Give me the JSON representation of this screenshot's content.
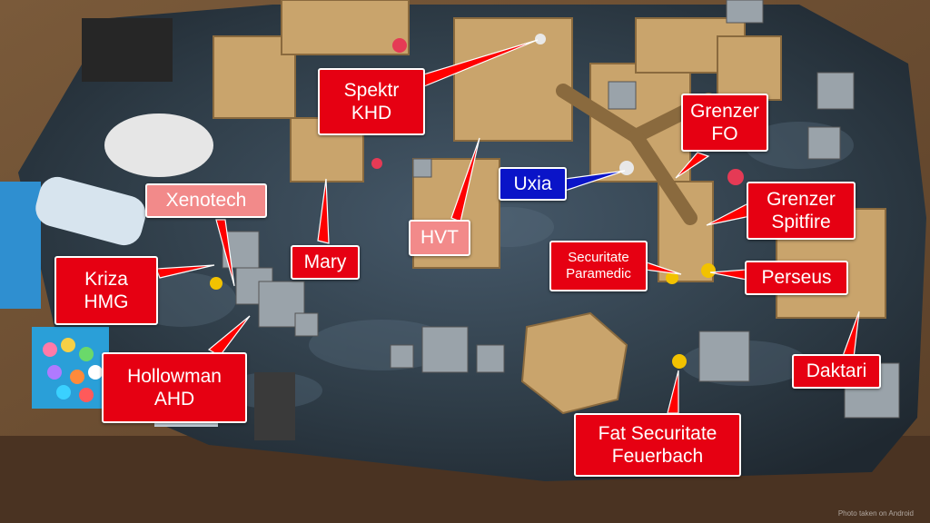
{
  "colors": {
    "label_red": "#e60012",
    "label_pink": "#f28a8a",
    "label_blue": "#0a14c8",
    "label_text": "#ffffff"
  },
  "labels": {
    "spektr_khd": "Spektr\nKHD",
    "hvt": "HVT",
    "mary": "Mary",
    "xenotech": "Xenotech",
    "kriza_hmg": "Kriza\nHMG",
    "hollowman_ahd": "Hollowman\nAHD",
    "uxia": "Uxia",
    "grenzer_fo": "Grenzer\nFO",
    "grenzer_spitfire": "Grenzer\nSpitfire",
    "securitate_paramedic": "Securitate\nParamedic",
    "perseus": "Perseus",
    "daktari": "Daktari",
    "fat_securitate_feuerbach": "Fat Securitate\nFeuerbach"
  },
  "credit": "Photo taken on Android"
}
